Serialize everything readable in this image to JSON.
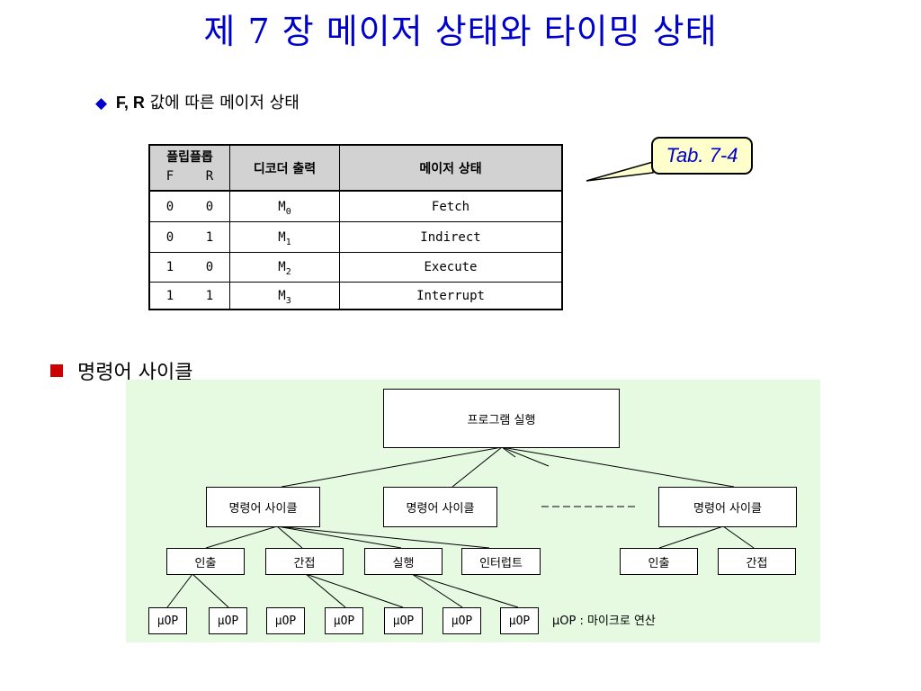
{
  "title": "제 7 장 메이저 상태와 타이밍 상태",
  "subtitle": {
    "bullet": "◆",
    "fr_text": "F, R",
    "rest_text": "값에 따른 메이저 상태"
  },
  "table": {
    "headers": {
      "flipflop": "플립플롭",
      "f": "F",
      "r": "R",
      "decoder": "디코더 출력",
      "state": "메이저 상태"
    },
    "rows": [
      {
        "f": "0",
        "r": "0",
        "m": "M",
        "sub": "0",
        "state": "Fetch"
      },
      {
        "f": "0",
        "r": "1",
        "m": "M",
        "sub": "1",
        "state": "Indirect"
      },
      {
        "f": "1",
        "r": "0",
        "m": "M",
        "sub": "2",
        "state": "Execute"
      },
      {
        "f": "1",
        "r": "1",
        "m": "M",
        "sub": "3",
        "state": "Interrupt"
      }
    ]
  },
  "callout": {
    "label": "Tab. 7-4"
  },
  "section": {
    "label": "명령어 사이클"
  },
  "diagram": {
    "root": "프로그램 실행",
    "cycles": [
      "명령어 사이클",
      "명령어 사이클",
      "명령어 사이클"
    ],
    "dashes": "---------",
    "phases": [
      "인출",
      "간접",
      "실행",
      "인터럽트",
      "인출",
      "간접"
    ],
    "uops": [
      "μOP",
      "μOP",
      "μOP",
      "μOP",
      "μOP",
      "μOP",
      "μOP"
    ],
    "legend": "μOP : 마이크로 연산"
  },
  "colors": {
    "title": "#0000cc",
    "bullet_square": "#cc0000",
    "diagram_bg": "#e6fae2",
    "callout_bg": "#ffffcc",
    "table_header_bg": "#d2d2d2"
  }
}
